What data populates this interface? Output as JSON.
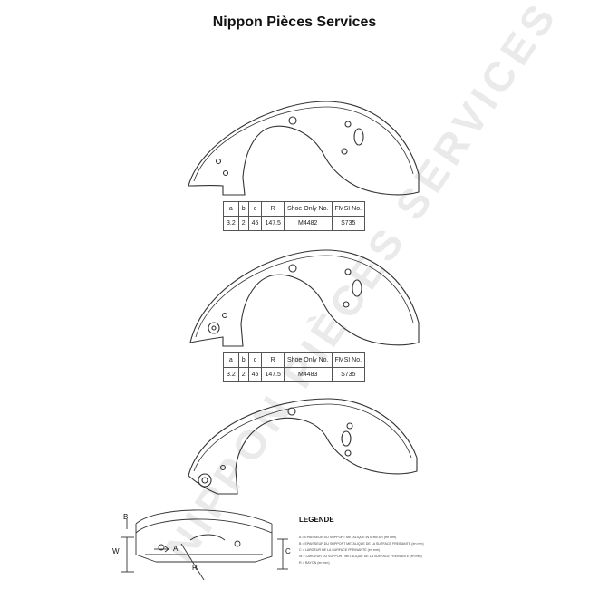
{
  "title": "Nippon Pièces Services",
  "watermark": "NIPPON PIÈCES SERVICES",
  "tables": [
    {
      "headers": [
        "a",
        "b",
        "c",
        "R",
        "Shoe Only No.",
        "FMSI No."
      ],
      "values": [
        "3.2",
        "2",
        "45",
        "147.5",
        "M4482",
        "S735"
      ]
    },
    {
      "headers": [
        "a",
        "b",
        "c",
        "R",
        "Shoe Only No.",
        "FMSI No."
      ],
      "values": [
        "3.2",
        "2",
        "45",
        "147.5",
        "M4483",
        "S735"
      ]
    }
  ],
  "legend": {
    "title": "LEGENDE",
    "items": [
      "A = EPAISSEUR DU SUPPORT METALIQUE INTERIEUR (en mm)",
      "B = EPAISSEUR DU SUPPORT METALIQUE DE LA SURFACE FREINANTE (en mm)",
      "C = LARGEUR DE LA SURFACE FREINANTE (en mm)",
      "W = LARGEUR DU SUPPORT METALIQUE DE LA SURFACE FREINANTE (en mm)",
      "R = RAYON (en mm)"
    ]
  },
  "dimension_labels": {
    "b": "B",
    "w": "W",
    "a": "A",
    "c": "C",
    "r": "R"
  }
}
